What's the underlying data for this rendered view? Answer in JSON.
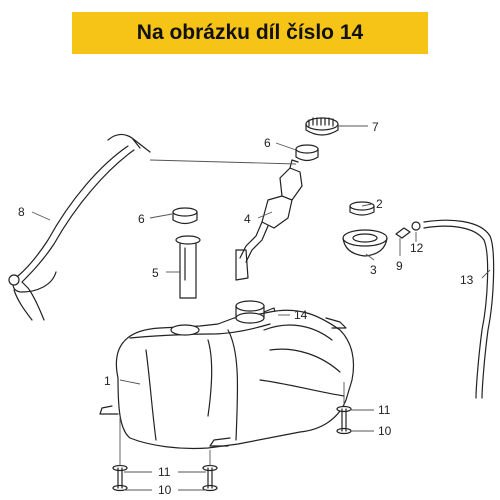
{
  "banner": {
    "text": "Na obrázku díl číslo 14",
    "background": "#F5C417"
  },
  "callouts": [
    "1",
    "2",
    "3",
    "4",
    "5",
    "6",
    "6",
    "7",
    "8",
    "9",
    "10",
    "10",
    "11",
    "11",
    "12",
    "13",
    "14"
  ],
  "colors": {
    "line": "#222222",
    "leader": "#555555"
  }
}
